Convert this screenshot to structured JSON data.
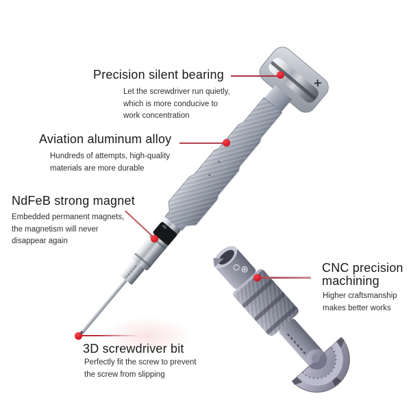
{
  "background": "#ffffff",
  "palette": {
    "callout_dot_red": "#d81e2a",
    "callout_line_red": "#b04049",
    "title_text": "#1a1a1a",
    "description_text": "#2e2e2e",
    "aluminum_gray": "#9aa0ae",
    "chrome_silver": "#d7dade",
    "magnet_black": "#17181c",
    "fan_cap_lavender": "#a4a3b6"
  },
  "callouts": [
    {
      "id": "precision-silent-bearing",
      "title": "Precision silent bearing",
      "description": [
        "Let the screwdriver run quietly,",
        "which is more conducive to",
        "work concentration"
      ]
    },
    {
      "id": "aviation-aluminum-alloy",
      "title": "Aviation aluminum alloy",
      "description": [
        "Hundreds of attempts, high-quality",
        "materials are more durable"
      ]
    },
    {
      "id": "ndfeb-strong-magnet",
      "title": "NdFeB strong magnet",
      "description": [
        "Embedded permanent magnets,",
        "the magnetism will never",
        "disappear again"
      ]
    },
    {
      "id": "cnc-precision-machining",
      "title": "CNC precision machining",
      "description": [
        "Higher craftsmanship",
        "makes better works"
      ]
    },
    {
      "id": "3d-screwdriver-bit",
      "title": "3D screwdriver bit",
      "description": [
        "Perfectly fit the screw to prevent",
        "the screw from slipping"
      ]
    }
  ]
}
